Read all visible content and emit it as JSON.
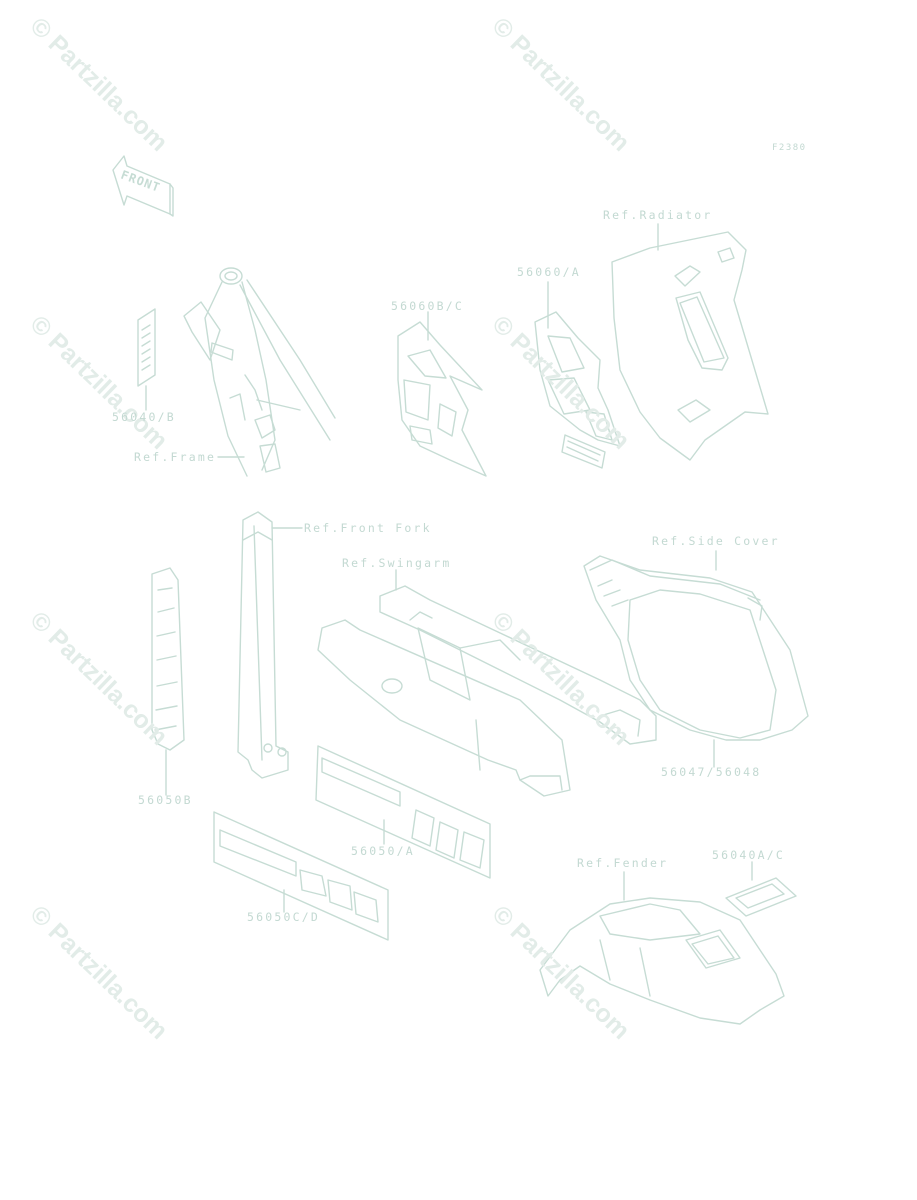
{
  "diagram": {
    "figure_code": "F2380",
    "front_marker": "FRONT",
    "watermark": "© Partzilla.com",
    "labels": {
      "ref_radiator": "Ref.Radiator",
      "part_56060a": "56060/A",
      "part_56060bc": "56060B/C",
      "part_56040b": "56040/B",
      "ref_frame": "Ref.Frame",
      "ref_front_fork": "Ref.Front Fork",
      "ref_side_cover": "Ref.Side Cover",
      "ref_swingarm": "Ref.Swingarm",
      "part_56050b": "56050B",
      "part_56047_56048": "56047/56048",
      "part_56050a": "56050/A",
      "ref_fender": "Ref.Fender",
      "part_56040ac": "56040A/C",
      "part_56050cd": "56050C/D"
    },
    "colors": {
      "line": "#c6dcd4",
      "label": "#c3d9d2",
      "watermark": "#e2ece8"
    }
  }
}
